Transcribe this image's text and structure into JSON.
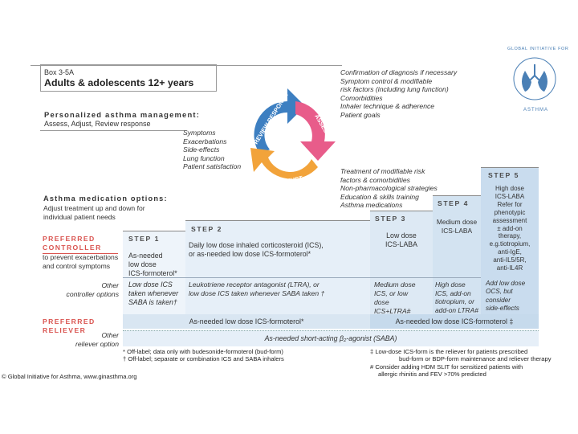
{
  "box": {
    "label": "Box 3-5A",
    "title": "Adults & adolescents 12+ years"
  },
  "personalized": {
    "title": "Personalized asthma management:",
    "subtitle": "Assess, Adjust, Review response"
  },
  "confirm_list": [
    "Confirmation of diagnosis if necessary",
    "Symptom control & modifiable",
    "risk factors (including lung function)",
    "Comorbidities",
    "Inhaler technique & adherence",
    "Patient goals"
  ],
  "cycle": {
    "assess": "ASSESS",
    "adjust": "ADJUST",
    "review": "REVIEW RESPONSE"
  },
  "review_list": [
    "Symptoms",
    "Exacerbations",
    "Side-effects",
    "Lung function",
    "Patient satisfaction"
  ],
  "adjust_list": [
    "Treatment of modifiable risk",
    "factors & comorbidities",
    "Non-pharmacological strategies",
    "Education & skills training",
    "Asthma medications"
  ],
  "med_options": {
    "title": "Asthma medication options:",
    "subtitle_1": "Adjust treatment up and down for",
    "subtitle_2": "individual patient needs"
  },
  "preferred_controller": {
    "line1": "PREFERRED",
    "line2": "CONTROLLER",
    "desc1": "to prevent exacerbations",
    "desc2": "and control symptoms"
  },
  "other_controller": {
    "line1": "Other",
    "line2": "controller options"
  },
  "preferred_reliever": {
    "line1": "PREFERRED",
    "line2": "RELIEVER"
  },
  "other_reliever": {
    "line1": "Other",
    "line2": "reliever option"
  },
  "steps": {
    "s1": {
      "label": "STEP 1",
      "pref": [
        "As-needed",
        "low dose",
        "ICS-formoterol*"
      ],
      "other": [
        "Low dose ICS",
        "taken whenever",
        "SABA is taken†"
      ]
    },
    "s2": {
      "label": "STEP 2",
      "pref": [
        "Daily low dose inhaled corticosteroid (ICS),",
        "or as-needed low dose ICS-formoterol*"
      ],
      "other": [
        "Leukotriene receptor antagonist (LTRA), or",
        "low dose ICS taken whenever SABA taken †"
      ]
    },
    "s3": {
      "label": "STEP 3",
      "pref": [
        "Low dose",
        "ICS-LABA"
      ],
      "other": [
        "Medium dose",
        "ICS, or low",
        "dose",
        "ICS+LTRA#"
      ]
    },
    "s4": {
      "label": "STEP 4",
      "pref": [
        "Medium dose",
        "ICS-LABA"
      ],
      "other": [
        "High dose",
        "ICS, add-on",
        "tiotropium, or",
        "add-on LTRA#"
      ]
    },
    "s5": {
      "label": "STEP 5",
      "pref": [
        "High dose",
        "ICS-LABA",
        "Refer for",
        "phenotypic",
        "assessment",
        "± add-on",
        "therapy,",
        "e.g.tiotropium,",
        "anti-IgE,",
        "anti-IL5/5R,",
        "anti-IL4R"
      ],
      "other": [
        "Add low dose",
        "OCS, but",
        "consider",
        "side-effects"
      ]
    }
  },
  "reliever_band_1": "As-needed low dose ICS-formoterol*",
  "reliever_band_2": "As-needed low dose ICS-formoterol ‡",
  "other_reliever_band": "As-needed short-acting β₂-agonist (SABA)",
  "footnotes_left": [
    "* Off-label; data only with budesonide-formoterol (bud-form)",
    "† Off-label; separate or combination ICS and SABA inhalers"
  ],
  "footnotes_right": [
    "‡ Low-dose ICS-form is the reliever for patients prescribed",
    "bud-form or BDP-form maintenance and reliever therapy",
    "# Consider adding HDM SLIT for sensitized patients with",
    "allergic rhinitis and FEV  >70% predicted"
  ],
  "copyright": "© Global Initiative for Asthma, www.ginasthma.org",
  "logo": {
    "top": "GLOBAL INITIATIVE FOR",
    "bottom": "ASTHMA"
  },
  "colors": {
    "red": "#d9534f",
    "assess": "#e85c8a",
    "adjust": "#f2a33a",
    "review": "#3d7fc1",
    "step_fill": "#dde9f4",
    "step_dark": "#c9dcee",
    "reliever": "#c6daec"
  }
}
